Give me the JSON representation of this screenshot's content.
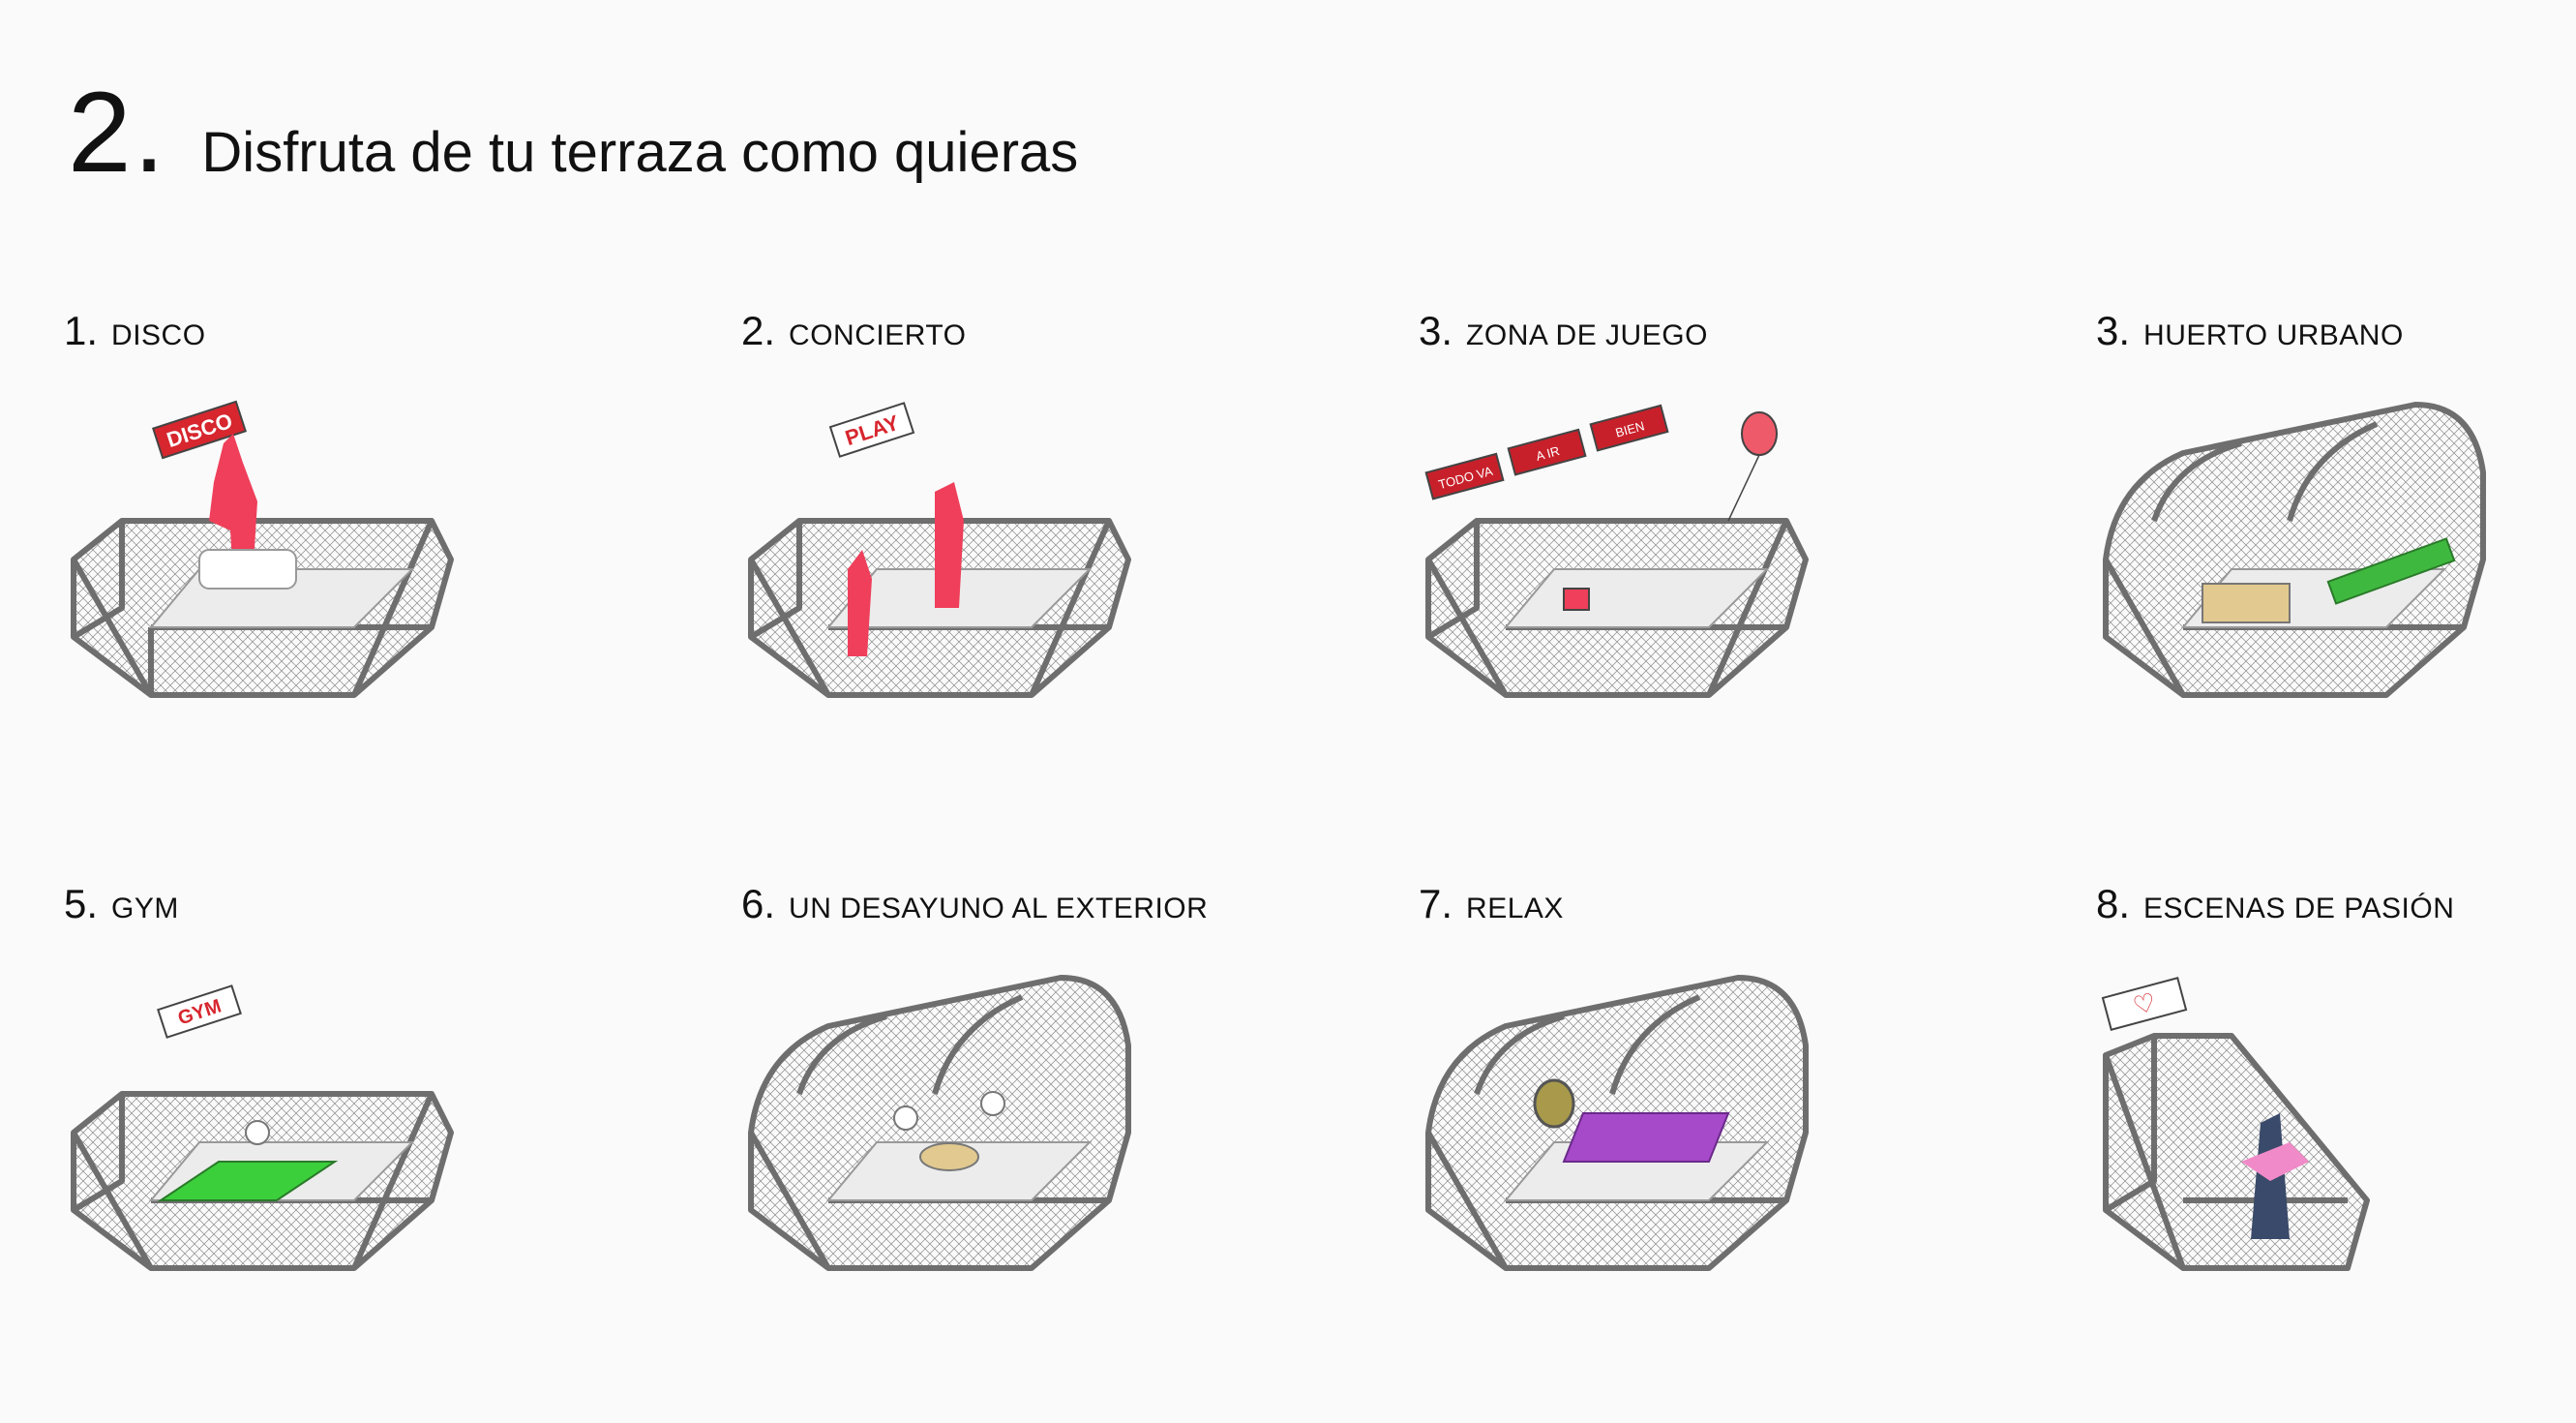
{
  "header": {
    "number": "2.",
    "title": "Disfruta de tu terraza como quieras"
  },
  "modules": [
    {
      "num": "1.",
      "label": "DISCO",
      "sign": "DISCO",
      "sign_color": "#d7262e"
    },
    {
      "num": "2.",
      "label": "CONCIERTO",
      "sign": "PLAY",
      "sign_color": "#d7262e"
    },
    {
      "num": "3.",
      "label": "ZONA DE JUEGO",
      "signs": [
        "TODO VA",
        "A IR",
        "BIEN"
      ],
      "sign_color": "#c8202a"
    },
    {
      "num": "3.",
      "label": "HUERTO URBANO"
    },
    {
      "num": "5.",
      "label": "GYM",
      "sign": "GYM",
      "sign_color": "#d7262e"
    },
    {
      "num": "6.",
      "label": "UN DESAYUNO AL EXTERIOR"
    },
    {
      "num": "7.",
      "label": "RELAX"
    },
    {
      "num": "8.",
      "label": "ESCENAS DE PASIÓN",
      "sign": "♡",
      "sign_color": "#d7262e"
    }
  ],
  "colors": {
    "frame": "#6e6e6e",
    "accent_red": "#ef3f5a",
    "mat_green": "#3ccf3c",
    "mat_purple": "#a64ac9",
    "plants": "#3fb83f"
  }
}
